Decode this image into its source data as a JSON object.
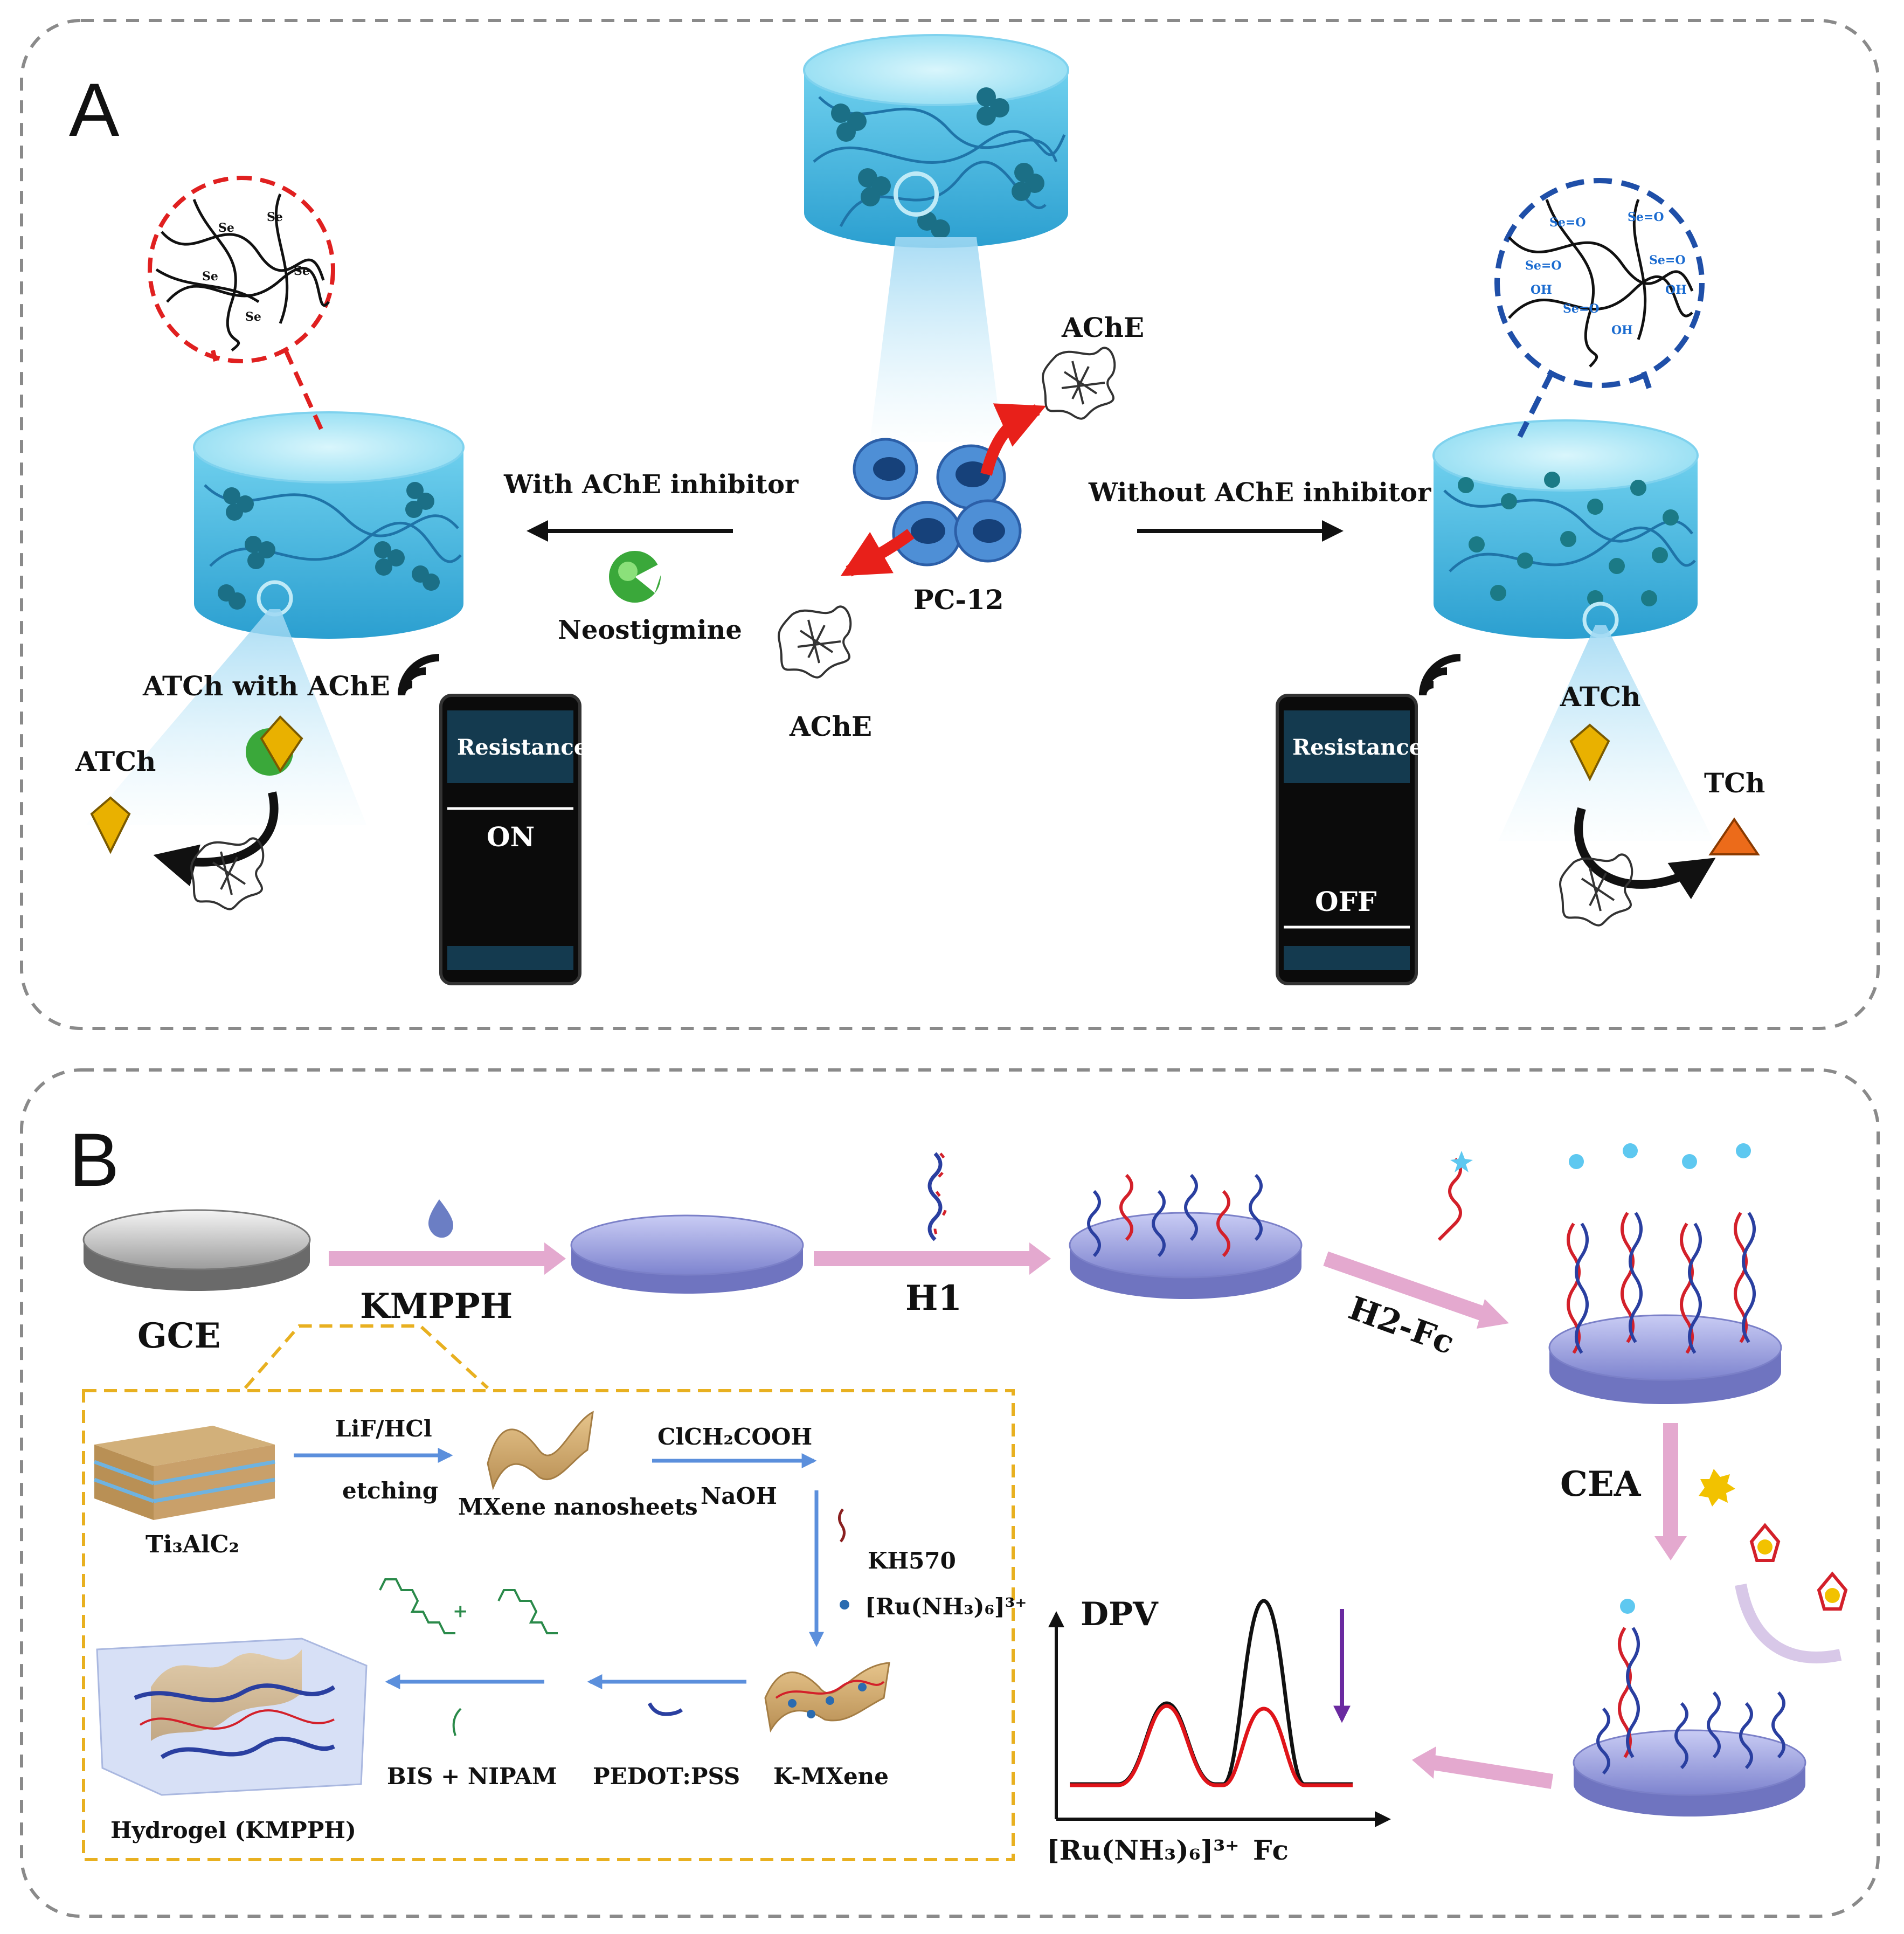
{
  "colors": {
    "border": "#8a8a8a",
    "gel_top": "#b8ecf7",
    "gel_side": "#3fb6dc",
    "red_dash": "#e02020",
    "blue_dash": "#1f4fa8",
    "pink_arrow": "#e4a9cf",
    "blue_arrow": "#5b8fdc",
    "yellow_dash": "#e8b020",
    "dna_red": "#d3202a",
    "dna_blue": "#2a3fa0",
    "disc_gray": "#9a9a9a",
    "disc_blue": "#8e94d8",
    "purple_arrow": "#6a2aa0"
  },
  "panel_a": {
    "letter": "A",
    "center_cells": "PC-12",
    "ache_top": "AChE",
    "ache_bottom": "AChE",
    "left_arrow_label": "With AChE inhibitor",
    "inhibitor": "Neostigmine",
    "right_arrow_label": "Without AChE inhibitor",
    "left_substrate_label": "ATCh with AChE",
    "left_atch": "ATCh",
    "right_atch": "ATCh",
    "right_product": "TCh",
    "phone_left": {
      "title": "Resistance",
      "state": "ON"
    },
    "phone_right": {
      "title": "Resistance",
      "state": "OFF"
    },
    "se_label": "Se",
    "seo_label": "Se=O",
    "oh_label": "OH"
  },
  "panel_b": {
    "letter": "B",
    "gce": "GCE",
    "kmpph": "KMPPH",
    "h1": "H1",
    "h2fc": "H2-Fc",
    "cea": "CEA",
    "dpv": "DPV",
    "dpv_x_left": "[Ru(NH₃)₆]³⁺",
    "dpv_x_right": "Fc",
    "inset": {
      "ti3alc2": "Ti₃AlC₂",
      "lif": "LiF/HCl",
      "etching": "etching",
      "mxene": "MXene nanosheets",
      "clch": "ClCH₂COOH",
      "naoh": "NaOH",
      "kh570": "KH570",
      "ru": "[Ru(NH₃)₆]³⁺",
      "kmxene": "K-MXene",
      "pedot": "PEDOT:PSS",
      "bis": "BIS  +  NIPAM",
      "plus": "+",
      "hydrogel": "Hydrogel (KMPPH)"
    }
  }
}
